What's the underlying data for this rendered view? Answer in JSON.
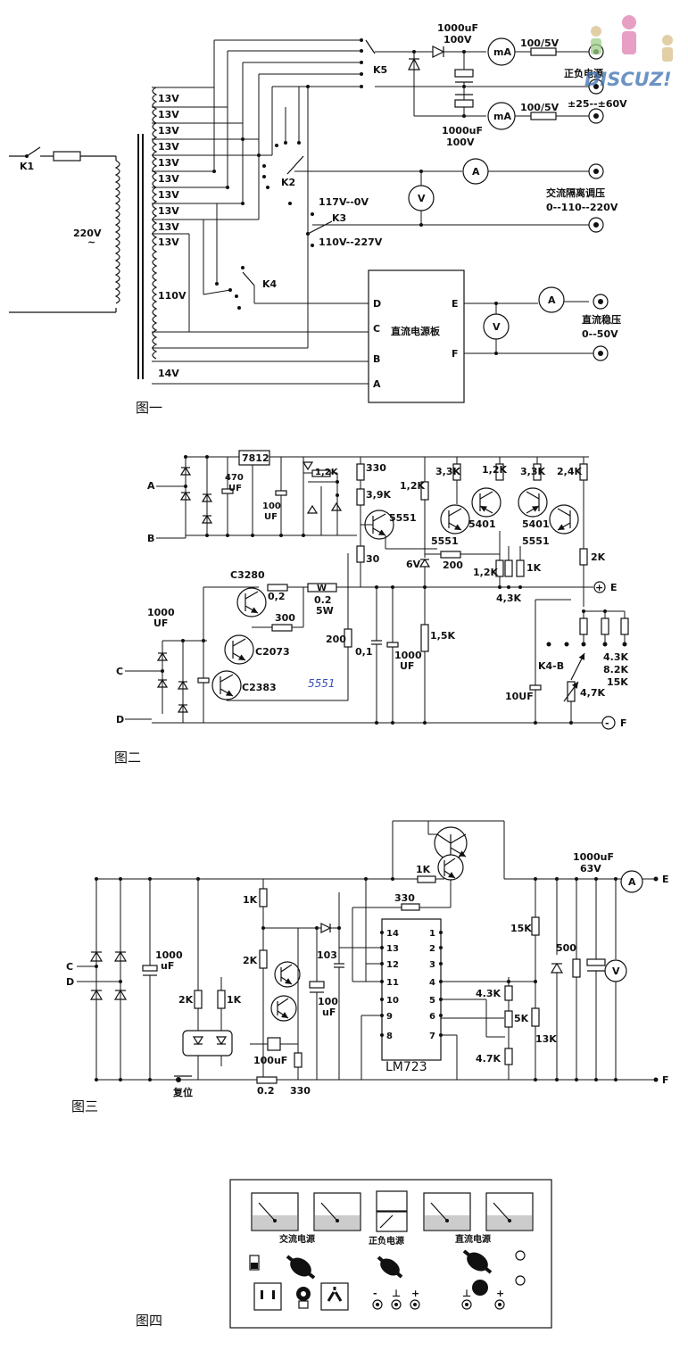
{
  "fig1": {
    "caption": "图一",
    "k1": "K1",
    "v220": "220V",
    "tilde": "~",
    "taps": [
      "13V",
      "13V",
      "13V",
      "13V",
      "13V",
      "13V",
      "13V",
      "13V",
      "13V",
      "13V"
    ],
    "v110": "110V",
    "v14": "14V",
    "k2": "K2",
    "k3": "K3",
    "k4": "K4",
    "k5": "K5",
    "cap1": "1000uF",
    "cap1v": "100V",
    "cap2": "1000uF",
    "cap2v": "100V",
    "ma": "mA",
    "res1": "100/5V",
    "res2": "100/5V",
    "pm_label": "正负电源",
    "pm_range": "±25--±60V",
    "ac_a": "A",
    "ac_v": "V",
    "k3_top": "117V--0V",
    "k3_bot": "110V--227V",
    "ac_label": "交流隔离调压",
    "ac_range": "0--110--220V",
    "board": "直流电源板",
    "pin_d": "D",
    "pin_c": "C",
    "pin_b": "B",
    "pin_a": "A",
    "pin_e": "E",
    "pin_f": "F",
    "dc_label": "直流稳压",
    "dc_range": "0--50V",
    "watermark": "DISCUZ!"
  },
  "fig2": {
    "caption": "图二",
    "a": "A",
    "b": "B",
    "c": "C",
    "d": "D",
    "e": "E",
    "f": "F",
    "reg": "7812",
    "c470": "470",
    "c470u": "UF",
    "c100": "100",
    "c100u": "UF",
    "r12k_a": "1,2K",
    "r330": "330",
    "r39k": "3,9K",
    "t5551a": "5551",
    "r12k_b": "1,2K",
    "r33k_a": "3,3K",
    "r12k_c": "1,2K",
    "r33k_b": "3,3K",
    "r24k": "2,4K",
    "t5401a": "5401",
    "t5401b": "5401",
    "t5551b": "5551",
    "t5551c": "5551",
    "z6v": "6V",
    "r200a": "200",
    "r12k_d": "1,2K",
    "r1k": "1K",
    "r43k": "4,3K",
    "r2k": "2K",
    "r30": "30",
    "c3280": "C3280",
    "r02": "0,2",
    "rw": "W",
    "rw_v": "0.2",
    "rw_p": "5W",
    "r300": "300",
    "c2073": "C2073",
    "c2383": "C2383",
    "c1000": "1000",
    "c1000u": "UF",
    "r200b": "200",
    "c01": "0,1",
    "c1000b": "1000",
    "c1000bu": "UF",
    "r15k": "1,5K",
    "k4b": "K4-B",
    "sel1": "4.3K",
    "sel2": "8.2K",
    "sel3": "15K",
    "c10": "10UF",
    "pot": "4,7K",
    "t5551d": "5551",
    "plus": "+",
    "minus": "-"
  },
  "fig3": {
    "caption": "图三",
    "c": "C",
    "d": "D",
    "e": "E",
    "f": "F",
    "c1000": "1000",
    "c1000u": "uF",
    "r2k_a": "2K",
    "r1k_a": "1K",
    "r1k_b": "1K",
    "r2k_b": "2K",
    "c103": "103",
    "c100": "100",
    "c100u": "uF",
    "c100b": "100uF",
    "r02": "0.2",
    "r330a": "330",
    "r330b": "330",
    "r1k_c": "1K",
    "reset": "复位",
    "ic": "LM723",
    "pins_left": [
      "14",
      "13",
      "12",
      "11",
      "10",
      "9",
      "8"
    ],
    "pins_right": [
      "1",
      "2",
      "3",
      "4",
      "5",
      "6",
      "7"
    ],
    "r43k": "4.3K",
    "r5k": "5K",
    "r47k": "4.7K",
    "r15k": "15K",
    "r13k": "13K",
    "r500": "500",
    "cout": "1000uF",
    "coutv": "63V",
    "meter_a": "A",
    "meter_v": "V"
  },
  "fig4": {
    "caption": "图四",
    "ac": "交流电源",
    "pm": "正负电源",
    "dc": "直流电源",
    "minus": "-",
    "gnd": "⊥",
    "plus": "+"
  }
}
